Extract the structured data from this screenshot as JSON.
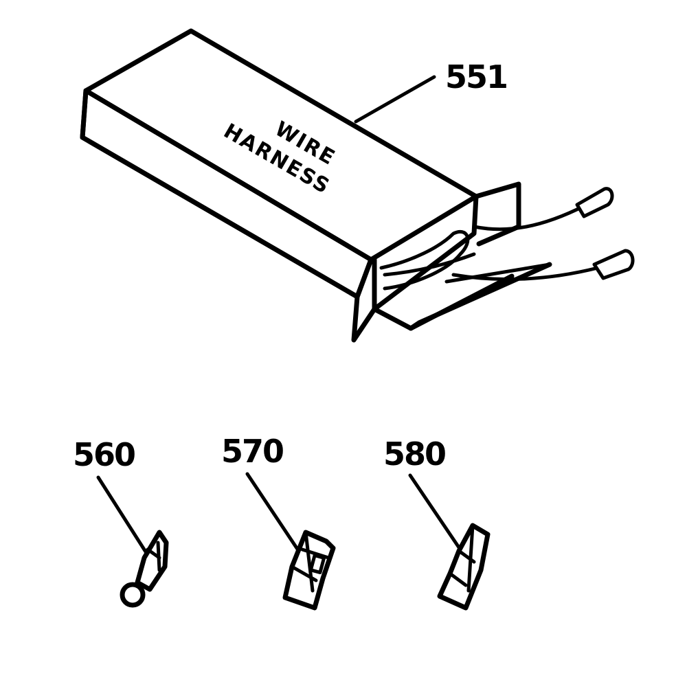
{
  "diagram": {
    "box_text": {
      "line1": "WIRE",
      "line2": "HARNESS"
    },
    "callouts": [
      {
        "id": "551",
        "label": "551"
      },
      {
        "id": "560",
        "label": "560"
      },
      {
        "id": "570",
        "label": "570"
      },
      {
        "id": "580",
        "label": "580"
      }
    ]
  }
}
